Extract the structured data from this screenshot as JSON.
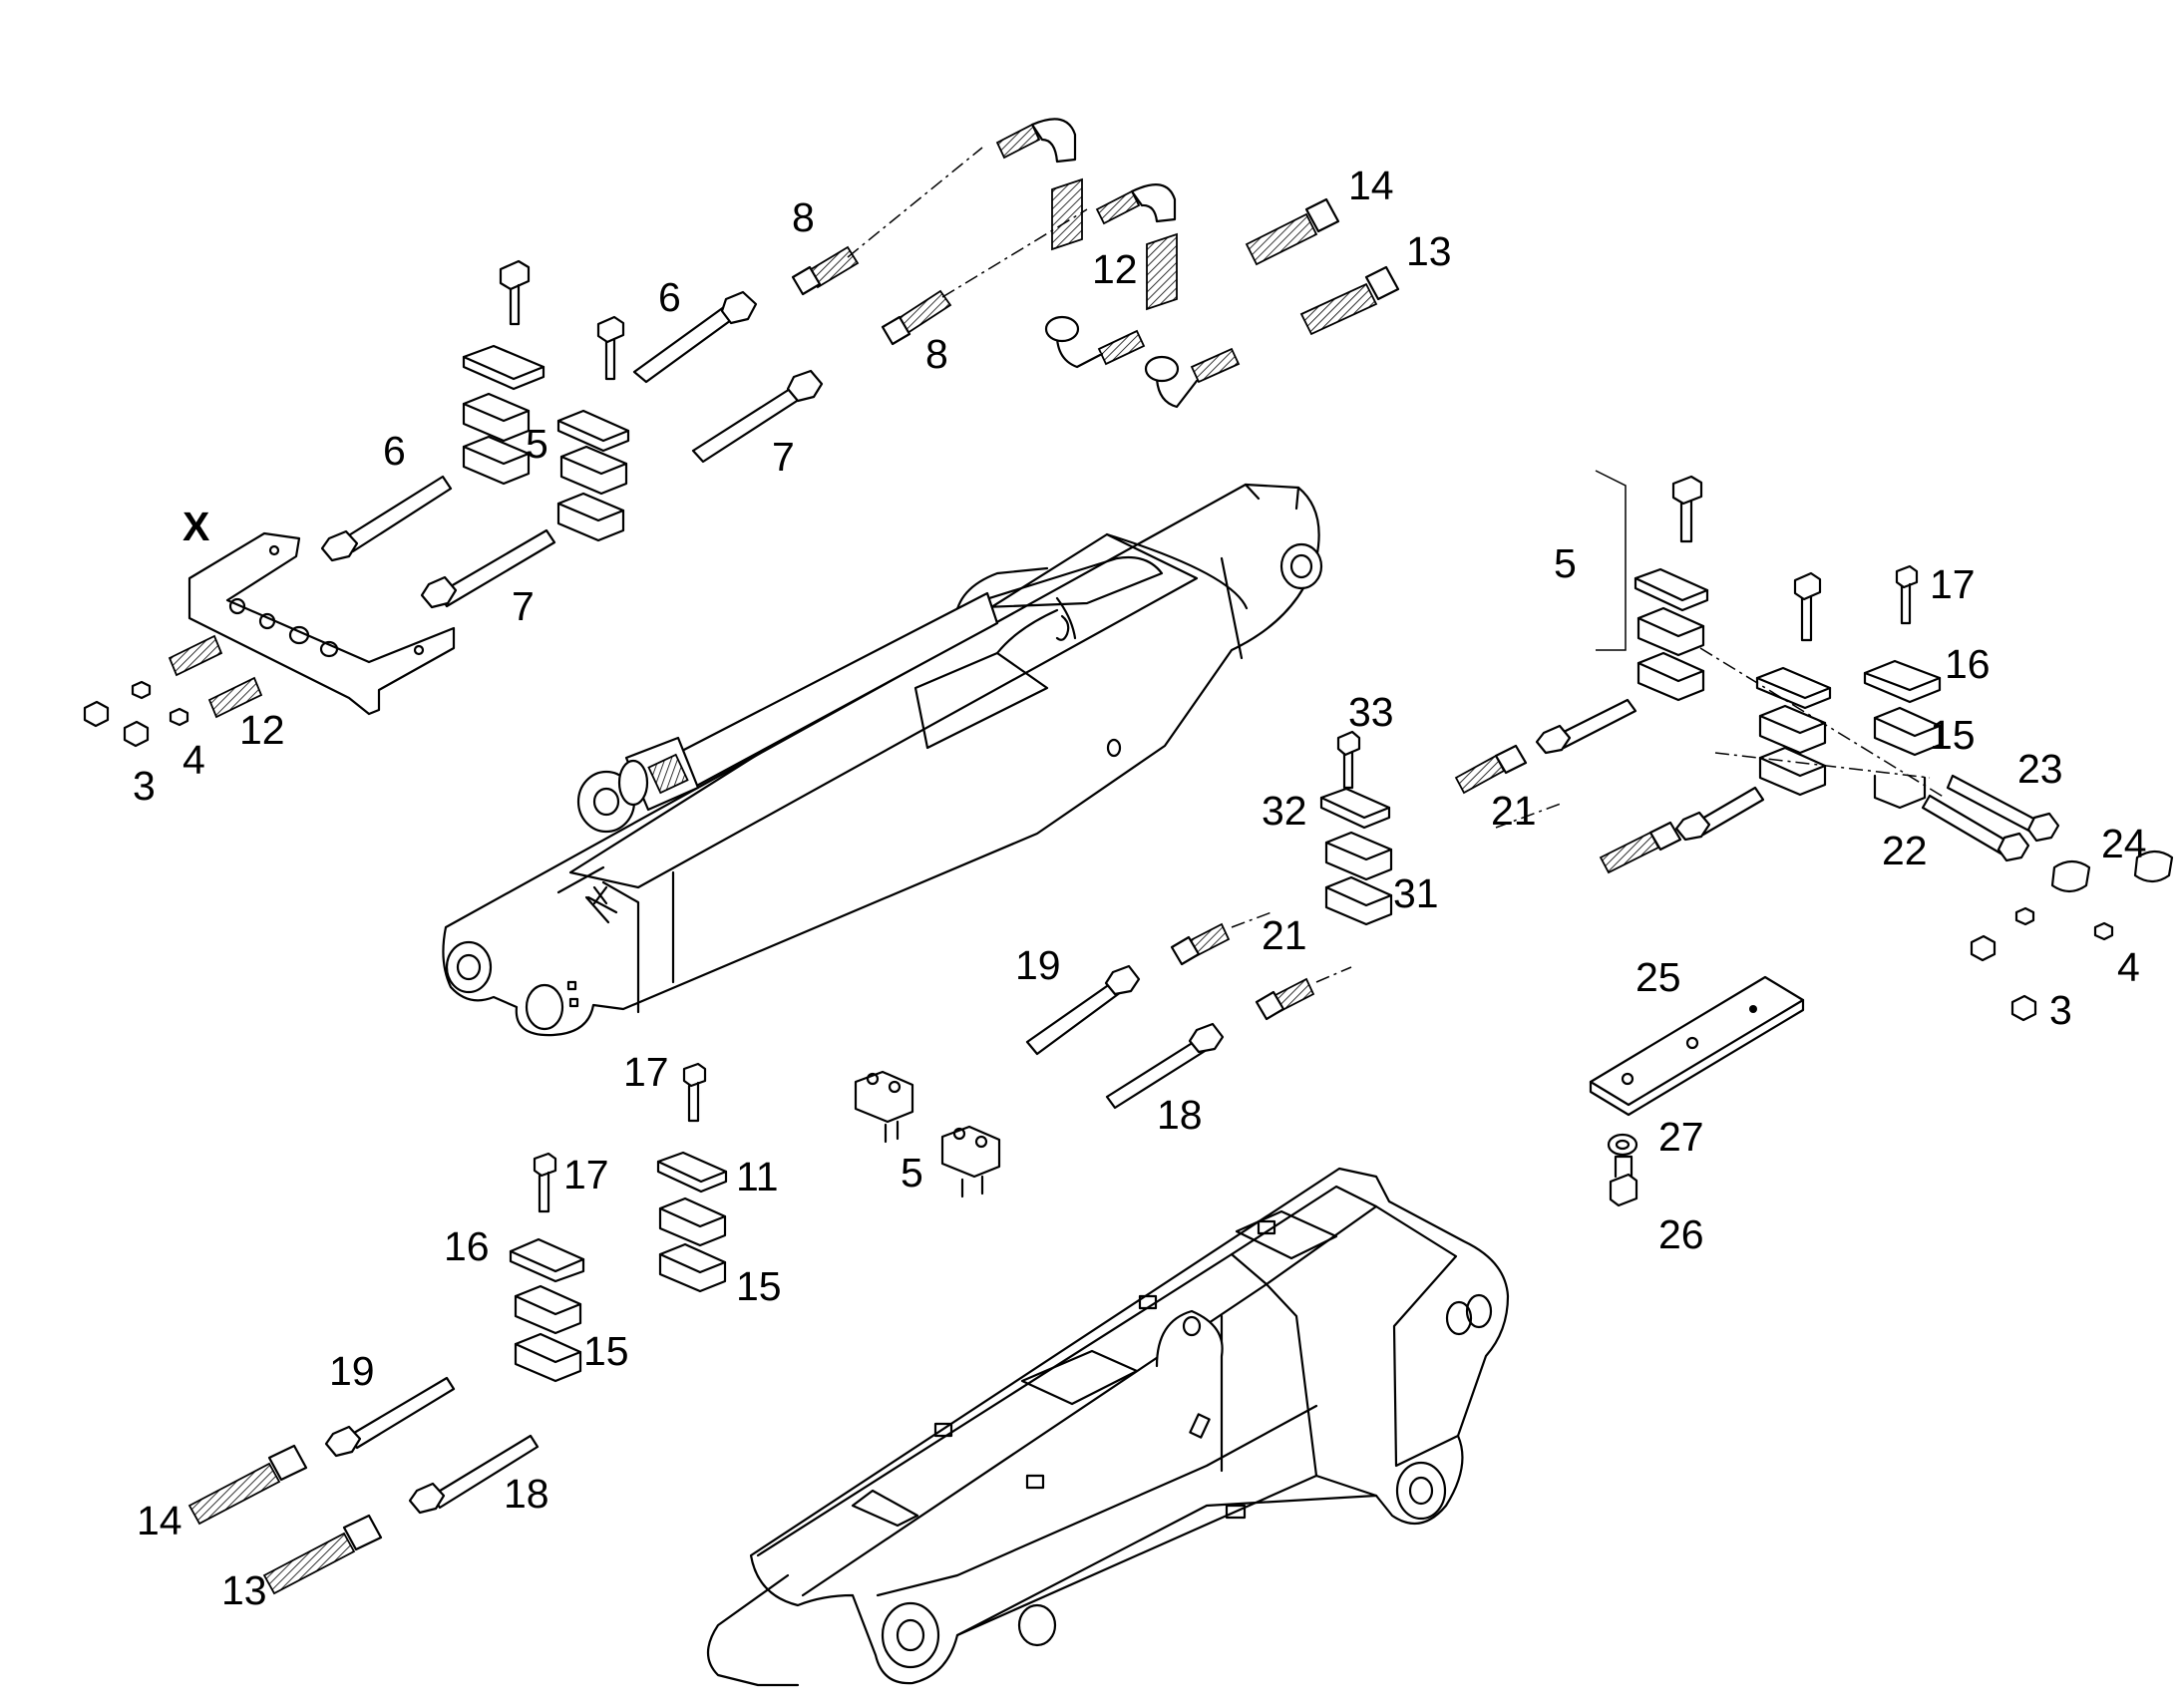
{
  "callouts": {
    "c_x": "X",
    "c_3a": "3",
    "c_4a": "4",
    "c_12a": "12",
    "c_6a": "6",
    "c_5a": "5",
    "c_7a": "7",
    "c_6b": "6",
    "c_7b": "7",
    "c_8a": "8",
    "c_8b": "8",
    "c_12b": "12",
    "c_14a": "14",
    "c_13a": "13",
    "c_5b": "5",
    "c_17a": "17",
    "c_16a": "16",
    "c_15a": "15",
    "c_23": "23",
    "c_22": "22",
    "c_24": "24",
    "c_4b": "4",
    "c_3b": "3",
    "c_33": "33",
    "c_32": "32",
    "c_31": "31",
    "c_21a": "21",
    "c_21b": "21",
    "c_19a": "19",
    "c_18a": "18",
    "c_25": "25",
    "c_27": "27",
    "c_26": "26",
    "c_17b": "17",
    "c_11": "11",
    "c_5c": "5",
    "c_17c": "17",
    "c_16b": "16",
    "c_15b": "15",
    "c_15c": "15",
    "c_19b": "19",
    "c_18b": "18",
    "c_14b": "14",
    "c_13b": "13"
  },
  "colors": {
    "line": "#000000",
    "background": "#ffffff"
  }
}
